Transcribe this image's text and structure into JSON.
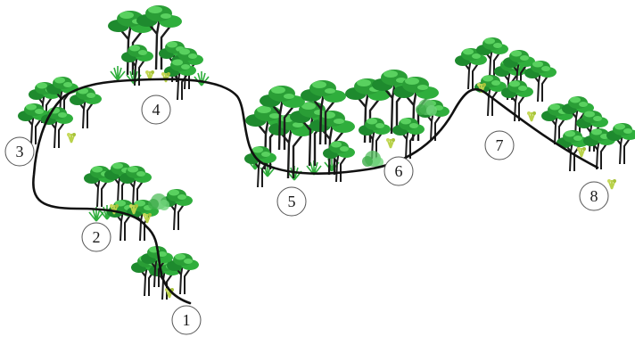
{
  "colors": {
    "trail": "#111111",
    "canopy_dark": "#1e8a2e",
    "canopy_mid": "#2fae3c",
    "canopy_light": "#59d15f",
    "trunk": "#1c1c1c",
    "bush": "#5cc266",
    "shrub_yellow": "#b9d24a",
    "marker_stroke": "#555555"
  },
  "icons": [
    "tree-icon",
    "bush-icon",
    "shrub-icon"
  ],
  "markers": [
    {
      "id": "1",
      "label": "1"
    },
    {
      "id": "2",
      "label": "2"
    },
    {
      "id": "3",
      "label": "3"
    },
    {
      "id": "4",
      "label": "4"
    },
    {
      "id": "5",
      "label": "5"
    },
    {
      "id": "6",
      "label": "6"
    },
    {
      "id": "7",
      "label": "7"
    },
    {
      "id": "8",
      "label": "8"
    }
  ]
}
